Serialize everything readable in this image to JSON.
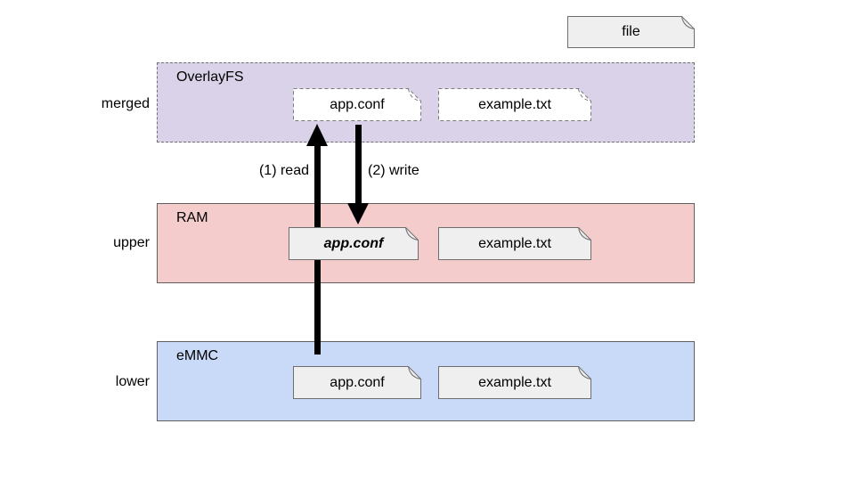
{
  "legend": {
    "file_label": "file"
  },
  "layers": [
    {
      "id": "merged",
      "side_label": "merged",
      "title": "OverlayFS",
      "files": [
        {
          "name": "app.conf"
        },
        {
          "name": "example.txt"
        }
      ]
    },
    {
      "id": "upper",
      "side_label": "upper",
      "title": "RAM",
      "files": [
        {
          "name": "app.conf",
          "emphasis": "bold-italic"
        },
        {
          "name": "example.txt"
        }
      ]
    },
    {
      "id": "lower",
      "side_label": "lower",
      "title": "eMMC",
      "files": [
        {
          "name": "app.conf"
        },
        {
          "name": "example.txt"
        }
      ]
    }
  ],
  "arrows": [
    {
      "label": "(1) read",
      "direction": "up",
      "from": "lower eMMC",
      "to": "merged app.conf"
    },
    {
      "label": "(2) write",
      "direction": "down",
      "from": "merged app.conf",
      "to": "upper app.conf"
    }
  ],
  "colors": {
    "merged_bg": "#d9d2e9",
    "upper_bg": "#f4cccc",
    "lower_bg": "#c9daf8",
    "gray_file_bg": "#efefef",
    "white_file_bg": "#ffffff",
    "solid_stroke": "#6e6e6e",
    "dashed_stroke": "#7a7a7a",
    "arrow": "#000000"
  }
}
